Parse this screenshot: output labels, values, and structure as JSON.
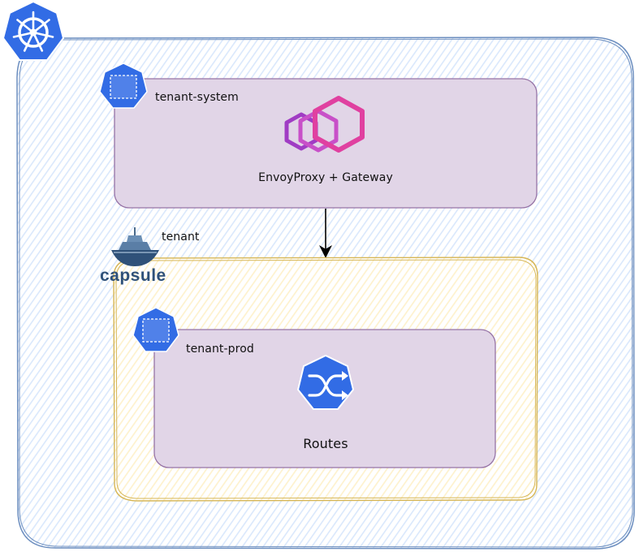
{
  "colors": {
    "cluster_fill": "#dae8fc",
    "cluster_stroke": "#6c8ebf",
    "ns_fill": "#e1d5e7",
    "ns_stroke": "#9673a6",
    "tenant_fill": "#fff2cc",
    "tenant_stroke": "#d6b656",
    "k8s_blue": "#326ce5",
    "envoy_magenta": "#d63fa8",
    "envoy_purple": "#a03cc4",
    "arrow": "#000000"
  },
  "icons": {
    "cluster": "kubernetes-icon",
    "namespace": "namespace-icon",
    "envoy": "envoy-proxy-icon",
    "capsule": "capsule-logo",
    "routes": "routes-icon"
  },
  "tenant_system": {
    "title": "tenant-system",
    "component_label": "EnvoyProxy + Gateway"
  },
  "tenant": {
    "title": "tenant",
    "logo_text": "capsule"
  },
  "tenant_prod": {
    "title": "tenant-prod",
    "component_label": "Routes"
  }
}
